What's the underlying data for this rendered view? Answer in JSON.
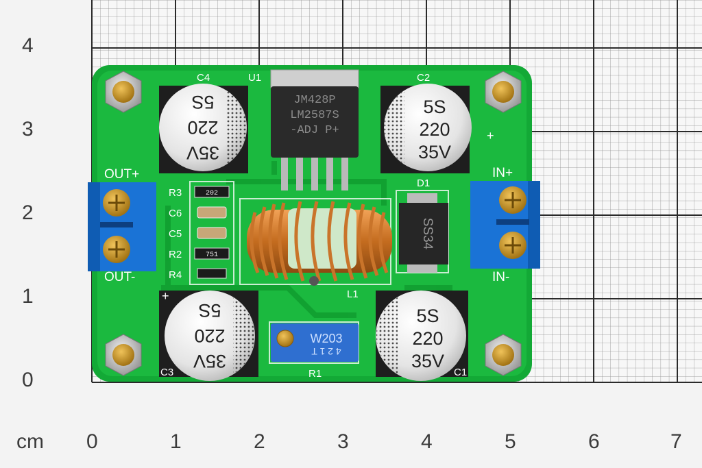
{
  "axis": {
    "unit": "cm",
    "x_ticks": [
      "0",
      "1",
      "2",
      "3",
      "4",
      "5",
      "6",
      "7"
    ],
    "y_ticks": [
      "4",
      "3",
      "2",
      "1",
      "0"
    ]
  },
  "board": {
    "pcb_color": "#17b33a",
    "silkscreen": {
      "out_plus": "OUT+",
      "out_minus": "OUT-",
      "in_plus": "IN+",
      "in_minus": "IN-",
      "plus_top": "+",
      "plus_bottom": "+",
      "c4": "C4",
      "u1": "U1",
      "c2": "C2",
      "d1": "D1",
      "r3": "R3",
      "c6": "C6",
      "c5": "C5",
      "r2": "R2",
      "r4": "R4",
      "l1": "L1",
      "c3": "C3",
      "r1": "R1",
      "c1": "C1"
    },
    "regulator": {
      "line1": "JM428P",
      "line2": "LM2587S",
      "line3": "-ADJ P+"
    },
    "diode": "SS34",
    "potentiometer": {
      "line1": "W203",
      "line2": "4 2 1 T"
    },
    "resistor_codes": {
      "r3": "202",
      "r2": "751"
    },
    "capacitors": {
      "c2": [
        "5S",
        "220",
        "35V"
      ],
      "c1": [
        "5S",
        "220",
        "35V"
      ],
      "c4": [
        "35V",
        "220",
        "5S"
      ],
      "c3": [
        "35V",
        "220",
        "5S"
      ]
    }
  }
}
